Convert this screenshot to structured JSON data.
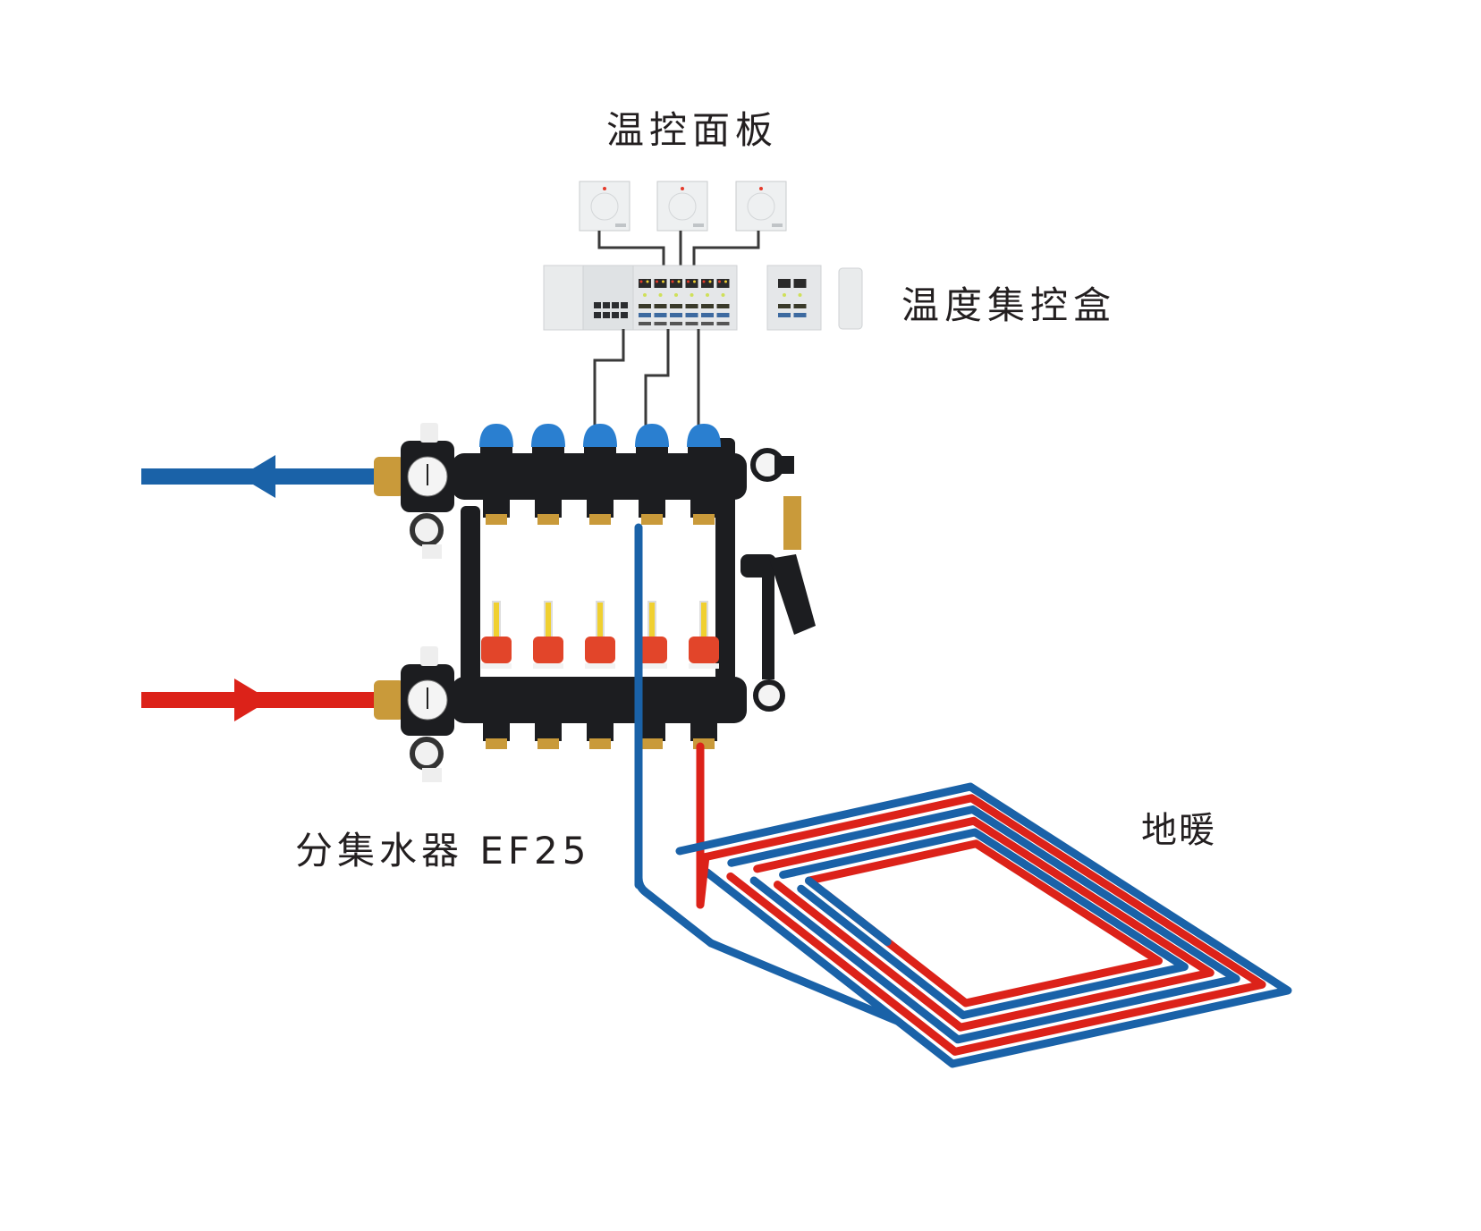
{
  "labels": {
    "thermostat_panel": "温控面板",
    "control_box": "温度集控盒",
    "manifold": "分集水器 EF25",
    "floor_heating": "地暖"
  },
  "colors": {
    "return_blue": "#1a62a8",
    "supply_red": "#dc2219",
    "manifold_body": "#1c1d20",
    "brass": "#c99a3a",
    "actuator_blue": "#2a7fd0",
    "flowmeter_red": "#e2452a",
    "flowmeter_yellow": "#f0d030",
    "panel_white": "#eef0f1",
    "wire": "#3a3a3a"
  },
  "thermostats": {
    "count": 3
  },
  "control_modules": {
    "main_channels": 6,
    "extension_channels": 2
  },
  "manifold": {
    "loops": 5
  },
  "arrows": [
    {
      "name": "return-out",
      "color_key": "return_blue",
      "direction": "left"
    },
    {
      "name": "supply-in",
      "color_key": "supply_red",
      "direction": "right"
    }
  ],
  "floor_loop": {
    "turns": 3
  }
}
